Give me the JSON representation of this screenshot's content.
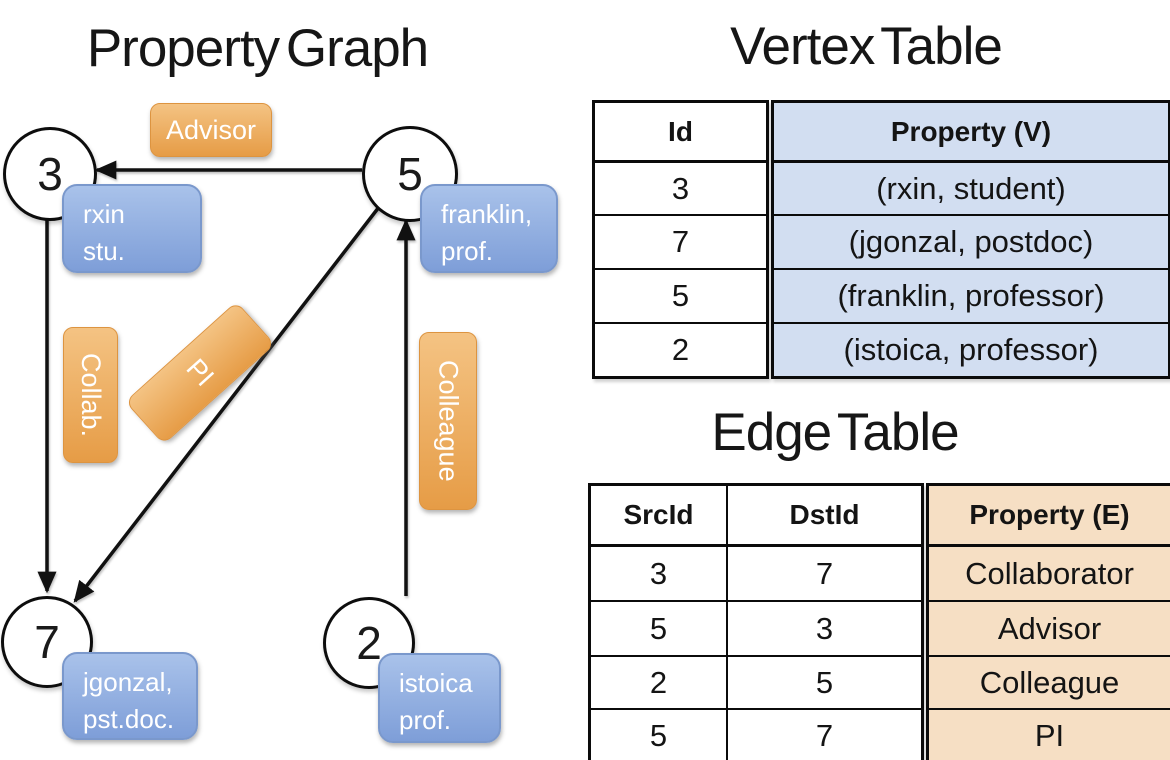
{
  "graph_panel": {
    "title": "Property Graph",
    "nodes": [
      {
        "id": "3",
        "property_lines": [
          "rxin",
          "stu."
        ]
      },
      {
        "id": "5",
        "property_lines": [
          "franklin,",
          "prof."
        ]
      },
      {
        "id": "7",
        "property_lines": [
          "jgonzal,",
          "pst.doc."
        ]
      },
      {
        "id": "2",
        "property_lines": [
          "istoica",
          "prof."
        ]
      }
    ],
    "edge_labels": [
      "Advisor",
      "Collab.",
      "PI",
      "Colleague"
    ]
  },
  "vertex_table": {
    "title": "Vertex Table",
    "columns": [
      "Id",
      "Property (V)"
    ],
    "rows": [
      [
        "3",
        "(rxin, student)"
      ],
      [
        "7",
        "(jgonzal, postdoc)"
      ],
      [
        "5",
        "(franklin, professor)"
      ],
      [
        "2",
        "(istoica, professor)"
      ]
    ]
  },
  "edge_table": {
    "title": "Edge Table",
    "columns": [
      "SrcId",
      "DstId",
      "Property (E)"
    ],
    "rows": [
      [
        "3",
        "7",
        "Collaborator"
      ],
      [
        "5",
        "3",
        "Advisor"
      ],
      [
        "2",
        "5",
        "Colleague"
      ],
      [
        "5",
        "7",
        "PI"
      ]
    ]
  },
  "colors": {
    "edge_label_fill_top": "#f4c383",
    "edge_label_fill_bottom": "#e69c46",
    "vertex_label_fill_top": "#a9c2ea",
    "vertex_label_fill_bottom": "#7e9ed8",
    "vertex_table_property_fill": "#d2def1",
    "edge_table_property_fill": "#f6dfc4",
    "line_color": "#111111"
  }
}
